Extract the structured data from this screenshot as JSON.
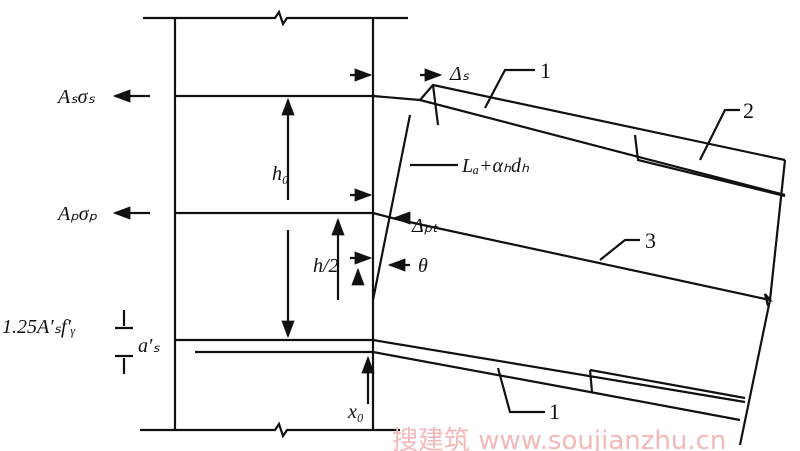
{
  "labels": {
    "as_sigma_s": "Aₛσₛ",
    "ap_sigma_p": "Aₚσₚ",
    "compression": "1.25A′ₛf′ᵧ",
    "a_s_prime": "a′ₛ",
    "h0": "h₀",
    "h_half": "h/2",
    "theta": "θ",
    "delta_s": "Δₛ",
    "delta_pt": "Δₚₜ",
    "la_expr": "Lₐ+αₕdₕ",
    "x0": "x₀",
    "callout_1_top": "1",
    "callout_2": "2",
    "callout_3": "3",
    "callout_1_bottom": "1"
  },
  "watermark": "搜建筑 www.soujianzhu.cn"
}
